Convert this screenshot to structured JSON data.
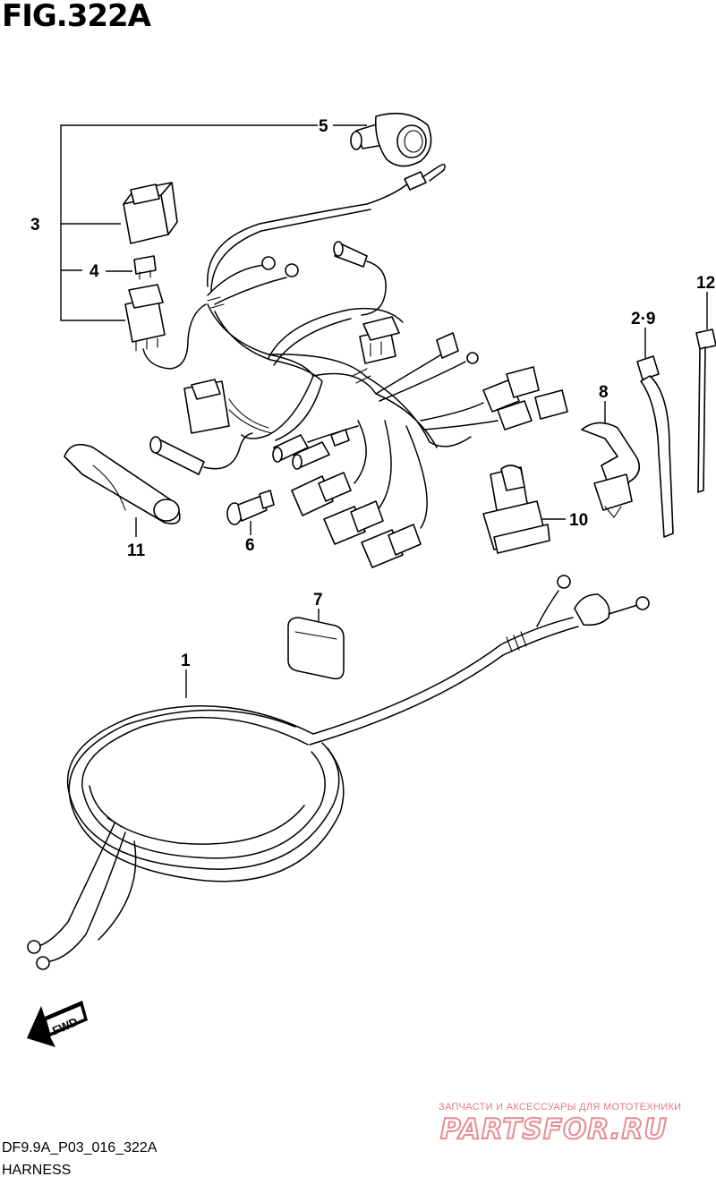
{
  "figure": {
    "title": "FIG.322A",
    "code": "DF9.9A_P03_016_322A",
    "name": "HARNESS"
  },
  "callouts": {
    "c1": "1",
    "c3": "3",
    "c4": "4",
    "c5": "5",
    "c6": "6",
    "c7": "7",
    "c8": "8",
    "c29": "2·9",
    "c10": "10",
    "c11": "11",
    "c12": "12"
  },
  "fwd_label": "FWD",
  "watermark": {
    "tagline": "ЗАПЧАСТИ И АКСЕССУАРЫ ДЛЯ МОТОТЕХНИКИ",
    "logo": "PARTSFOR.RU",
    "color": "#e88a92"
  }
}
